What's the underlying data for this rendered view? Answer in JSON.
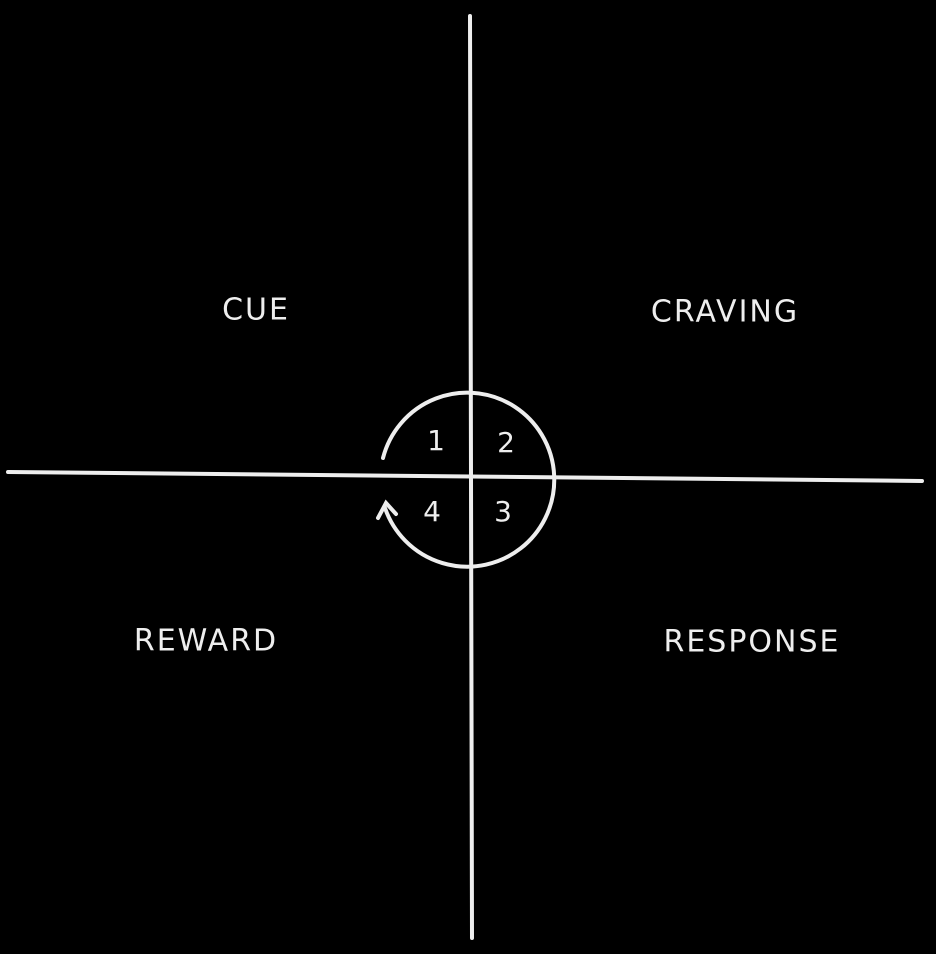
{
  "quadrants": {
    "top_left": "CUE",
    "top_right": "CRAVING",
    "bottom_right": "RESPONSE",
    "bottom_left": "REWARD"
  },
  "cycle_numbers": [
    "1",
    "2",
    "3",
    "4"
  ],
  "colors": {
    "background": "#000000",
    "ink": "#eeeeee"
  }
}
